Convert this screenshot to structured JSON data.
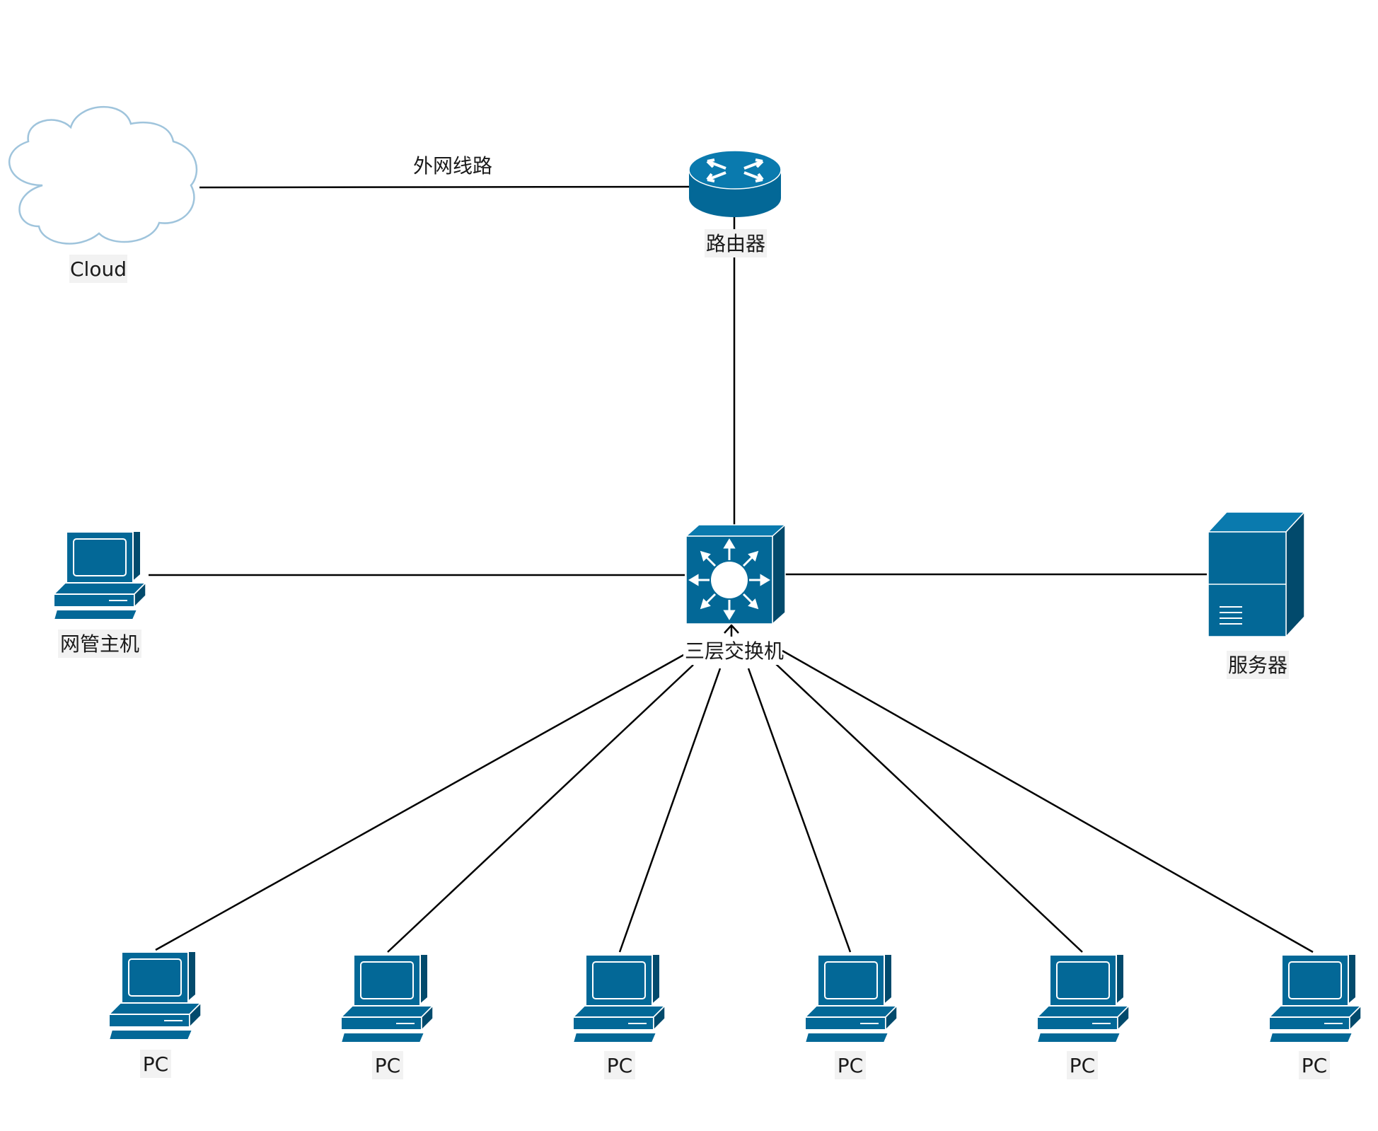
{
  "diagram": {
    "nodes": {
      "cloud": {
        "label": "Cloud"
      },
      "router": {
        "label": "路由器"
      },
      "l3_switch": {
        "label": "三层交换机"
      },
      "mgmt_host": {
        "label": "网管主机"
      },
      "server": {
        "label": "服务器"
      },
      "pcs": [
        {
          "label": "PC"
        },
        {
          "label": "PC"
        },
        {
          "label": "PC"
        },
        {
          "label": "PC"
        },
        {
          "label": "PC"
        },
        {
          "label": "PC"
        }
      ]
    },
    "edges": {
      "cloud_router": {
        "label": "外网线路"
      }
    }
  },
  "colors": {
    "device_blue": "#036897",
    "device_dark": "#024a6c",
    "cloud_stroke": "#9fc4dc",
    "line": "#000000"
  },
  "icons": {
    "cloud": "cloud-icon",
    "router": "router-icon",
    "switch": "layer3-switch-icon",
    "host": "workstation-icon",
    "server": "server-tower-icon"
  }
}
